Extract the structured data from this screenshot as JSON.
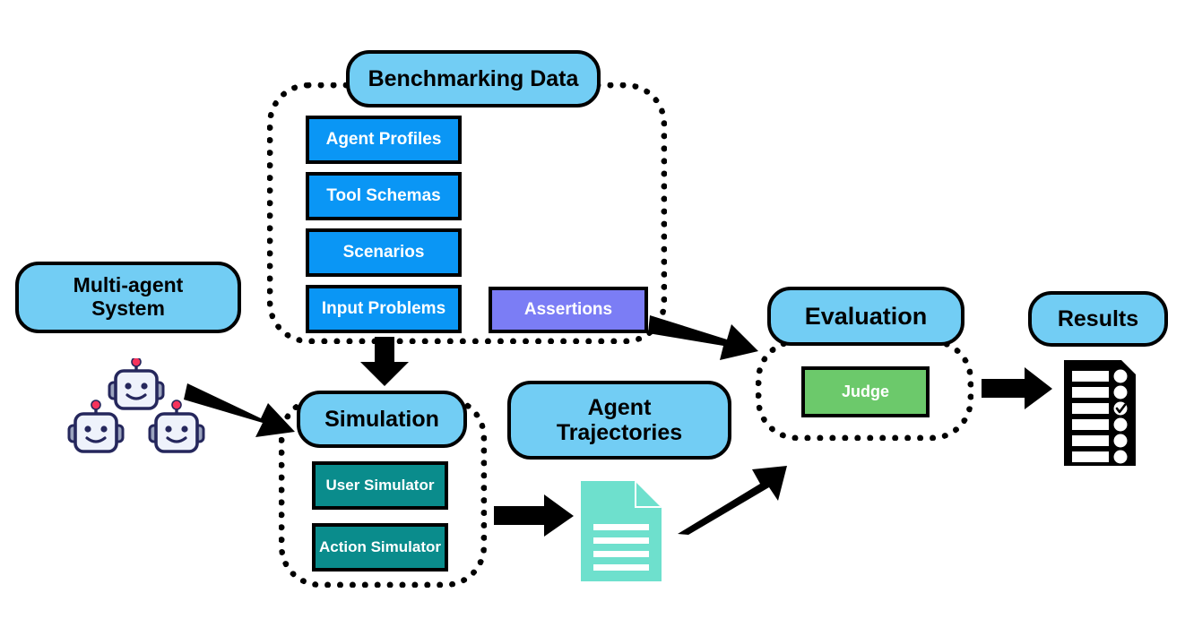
{
  "diagram": {
    "title_nodes": {
      "multi_agent_system": "Multi-agent\nSystem",
      "multi_agent_system_line1": "Multi-agent",
      "multi_agent_system_line2": "System",
      "benchmarking_data": "Benchmarking Data",
      "simulation": "Simulation",
      "agent_trajectories_line1": "Agent",
      "agent_trajectories_line2": "Trajectories",
      "evaluation": "Evaluation",
      "results": "Results"
    },
    "benchmarking_items": [
      {
        "label": "Agent Profiles",
        "color": "#0a96f5"
      },
      {
        "label": "Tool Schemas",
        "color": "#0a96f5"
      },
      {
        "label": "Scenarios",
        "color": "#0a96f5"
      },
      {
        "label": "Input Problems",
        "color": "#0a96f5"
      }
    ],
    "assertions_item": {
      "label": "Assertions",
      "color": "#7b7df5"
    },
    "simulation_items": [
      {
        "label": "User Simulator",
        "color": "#0a8c8c"
      },
      {
        "label": "Action Simulator",
        "color": "#0a8c8c"
      }
    ],
    "evaluation_items": [
      {
        "label": "Judge",
        "color": "#6cc96b"
      }
    ],
    "icons": {
      "robots": "robot-group-icon",
      "document": "document-icon",
      "checklist": "checklist-results-icon"
    },
    "arrows": [
      {
        "name": "robots-to-simulation",
        "direction": "down-right"
      },
      {
        "name": "input-problems-to-simulation",
        "direction": "down"
      },
      {
        "name": "assertions-to-evaluation",
        "direction": "down-right"
      },
      {
        "name": "simulation-to-document",
        "direction": "right"
      },
      {
        "name": "document-to-evaluation",
        "direction": "up-right"
      },
      {
        "name": "evaluation-to-results",
        "direction": "right"
      }
    ],
    "palette": {
      "capsule_fill": "#72cdf4",
      "item_blue": "#0a96f5",
      "item_purple": "#7b7df5",
      "item_teal": "#0a8c8c",
      "item_green": "#6cc96b",
      "document_fill": "#6ee0cd",
      "outline": "#000000",
      "background": "#ffffff",
      "robot_outline": "#25275c",
      "robot_face": "#eef2fb",
      "robot_antenna": "#f5335c"
    },
    "checklist": {
      "rows": 6,
      "checked_row_index": 2
    }
  }
}
